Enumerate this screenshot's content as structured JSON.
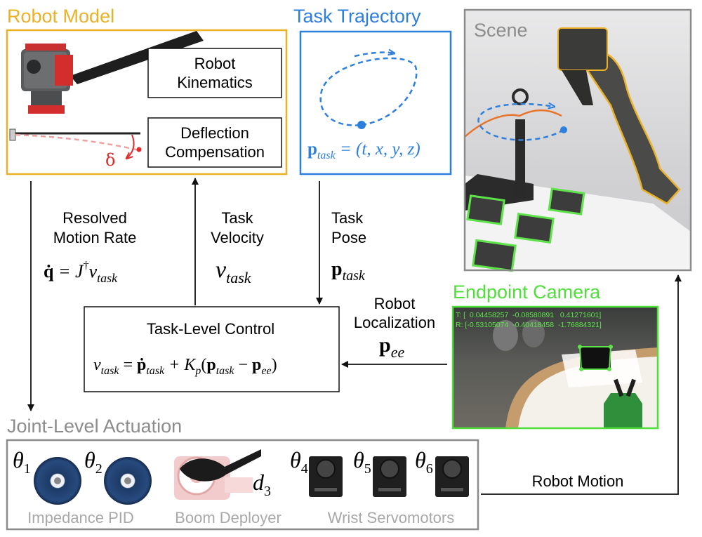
{
  "colors": {
    "robot_model": "#ebb126",
    "task_trajectory": "#2d7fde",
    "scene": "#8c8c8c",
    "endpoint_camera": "#4fde3a",
    "joint_actuation": "#8c8c8c",
    "arrow": "#111111",
    "deflection": "#e12a2a",
    "marker": "#5ee44a"
  },
  "robot_model": {
    "title": "Robot Model",
    "kinematics": [
      "Robot",
      "Kinematics"
    ],
    "deflection": [
      "Deflection",
      "Compensation"
    ],
    "delta_symbol": "δ"
  },
  "task_trajectory": {
    "title": "Task Trajectory",
    "p": "p",
    "sub": "task",
    "rhs": " = (t, x, y, z)"
  },
  "scene": {
    "title": "Scene"
  },
  "endpoint_camera": {
    "title": "Endpoint Camera",
    "t_line": "T: [  0.04458257  -0.08580891   0.41271601]",
    "r_line": "R: [-0.53105074  -0.40418458  -1.76884321]"
  },
  "labels": {
    "resolved": [
      "Resolved",
      "Motion Rate"
    ],
    "velocity": [
      "Task",
      "Velocity"
    ],
    "pose": [
      "Task",
      "Pose"
    ],
    "localization": [
      "Robot",
      "Localization"
    ],
    "robot_motion": "Robot Motion"
  },
  "equations": {
    "qdot": "q̇",
    "eq_mid": " = J",
    "dagger": "†",
    "v": "v",
    "task_sub": "task",
    "p": "p",
    "ee_sub": "ee",
    "ctrl_eq": " = ",
    "pdot": "ṗ",
    "plus_k": " + K",
    "k_sub": "p",
    "open": "(",
    "minus": " − ",
    "close": ")"
  },
  "control": {
    "title": "Task-Level Control"
  },
  "joint_actuation": {
    "title": "Joint-Level Actuation",
    "theta": "θ",
    "theta_subs": [
      "1",
      "2",
      "4",
      "5",
      "6"
    ],
    "d": "d",
    "d_sub": "3",
    "groups": [
      "Impedance PID",
      "Boom Deployer",
      "Wrist Servomotors"
    ]
  }
}
